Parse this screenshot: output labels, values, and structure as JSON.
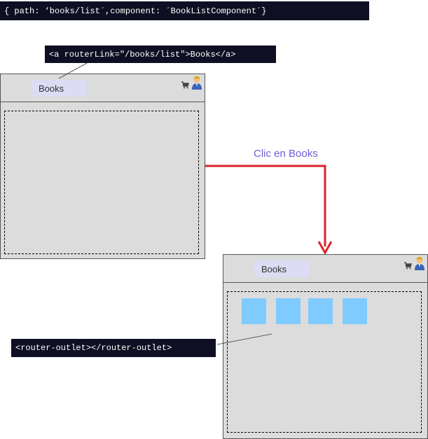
{
  "route_config": "{ path: ‘books/list´,component: ´BookListComponent´}",
  "routerlink_code": "<a routerLink=\"/books/list\">Books</a>",
  "outlet_code": "<router-outlet></router-outlet>",
  "window_before": {
    "tab_label": "Books"
  },
  "window_after": {
    "tab_label": "Books",
    "book_count": 4
  },
  "transition_label": "Clic en Books",
  "colors": {
    "code_background": "#0f0f23",
    "window_background": "#dcdcdc",
    "tab_background": "#dcdcf4",
    "book_card": "#7fcbff",
    "arrow": "#d9262c",
    "caption": "#6d5fd6"
  },
  "icons": [
    "cart-icon",
    "user-icon"
  ]
}
